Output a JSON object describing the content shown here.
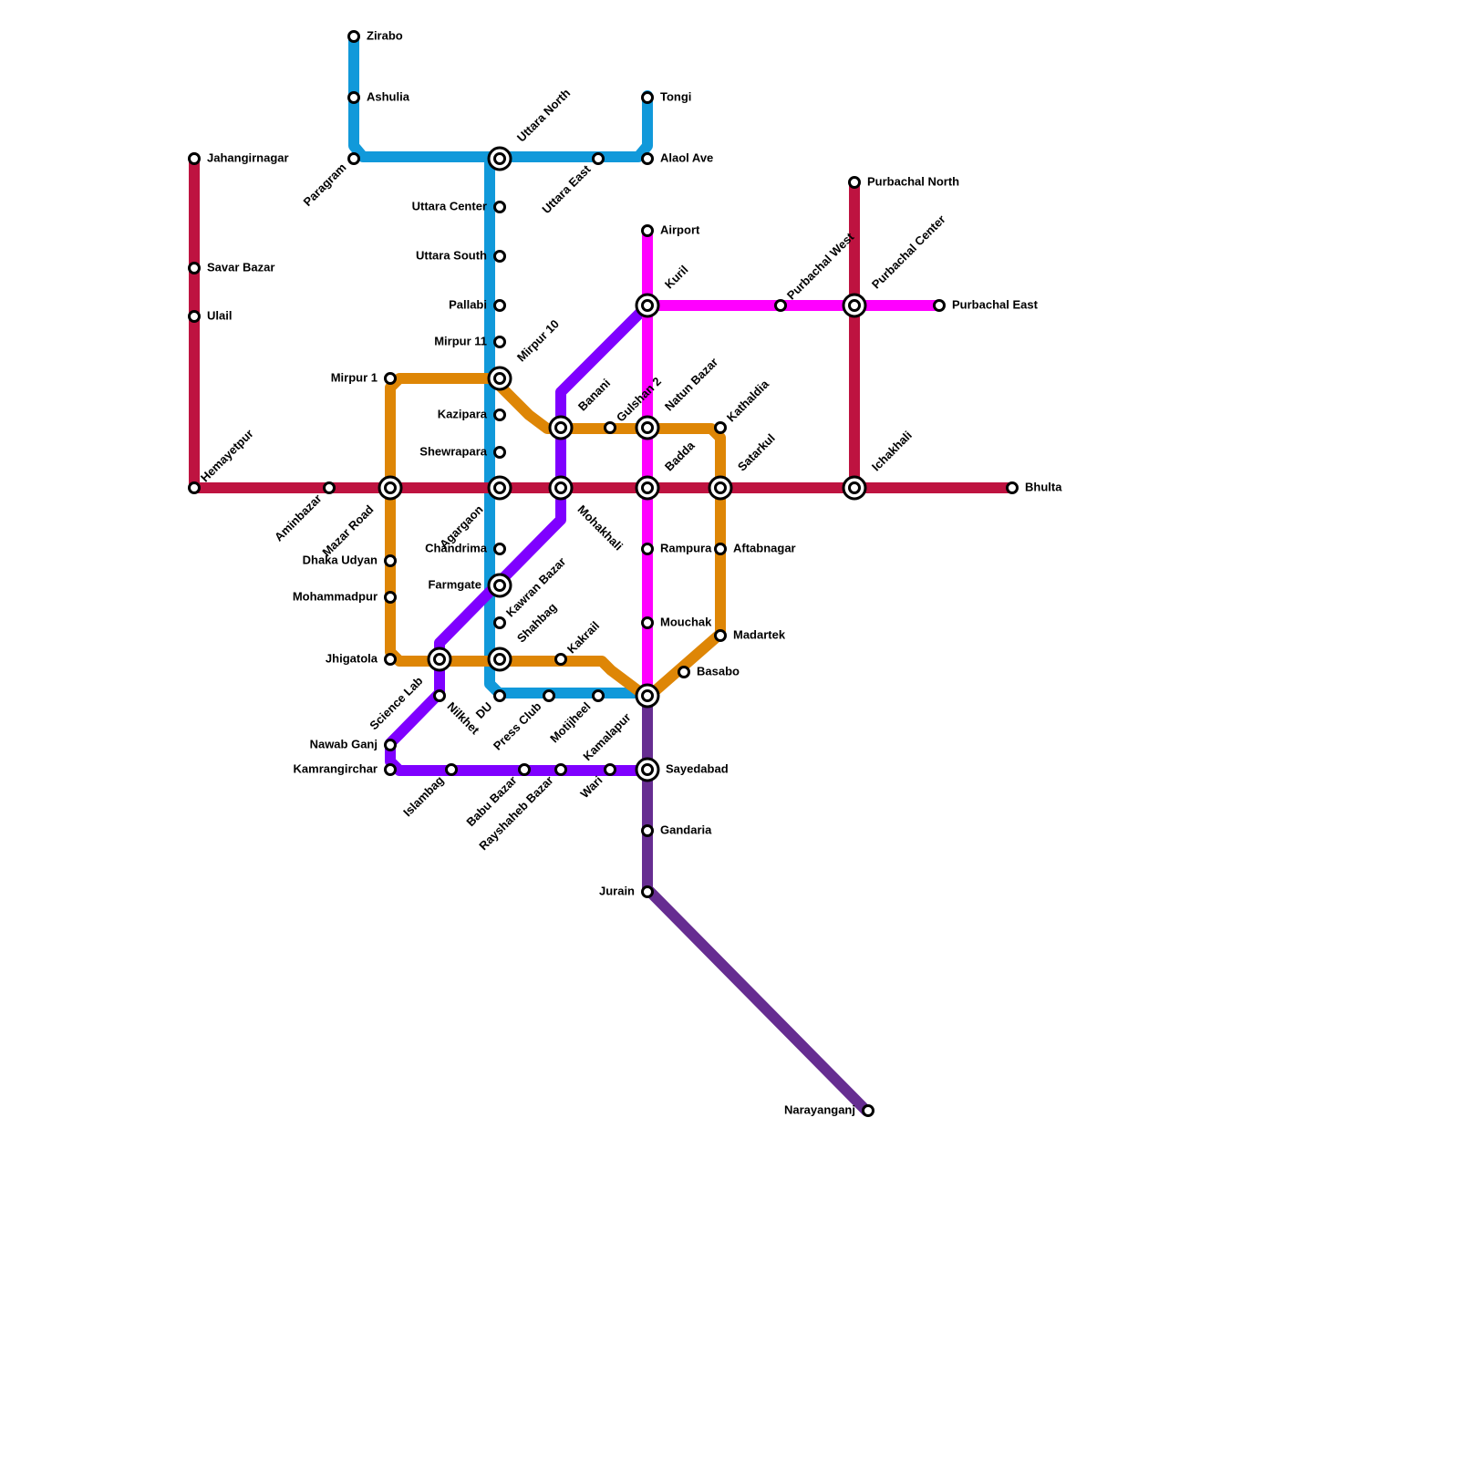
{
  "lines": [
    {
      "id": "blue",
      "color": "#1199DA"
    },
    {
      "id": "red",
      "color": "#BE1340"
    },
    {
      "id": "orange",
      "color": "#DE8606"
    },
    {
      "id": "violet",
      "color": "#7F00FF"
    },
    {
      "id": "magenta",
      "color": "#FF00FF"
    },
    {
      "id": "purple",
      "color": "#662D91"
    }
  ],
  "stations": [
    {
      "id": "zirabo",
      "name": "Zirabo"
    },
    {
      "id": "ashulia",
      "name": "Ashulia"
    },
    {
      "id": "paragram",
      "name": "Paragram"
    },
    {
      "id": "uttara-north",
      "name": "Uttara North"
    },
    {
      "id": "uttara-east",
      "name": "Uttara East"
    },
    {
      "id": "alaol-ave",
      "name": "Alaol Ave"
    },
    {
      "id": "tongi",
      "name": "Tongi"
    },
    {
      "id": "uttara-center",
      "name": "Uttara Center"
    },
    {
      "id": "uttara-south",
      "name": "Uttara South"
    },
    {
      "id": "pallabi",
      "name": "Pallabi"
    },
    {
      "id": "mirpur-11",
      "name": "Mirpur 11"
    },
    {
      "id": "mirpur-10",
      "name": "Mirpur 10"
    },
    {
      "id": "kazipara",
      "name": "Kazipara"
    },
    {
      "id": "shewrapara",
      "name": "Shewrapara"
    },
    {
      "id": "agargaon",
      "name": "Agargaon"
    },
    {
      "id": "chandrima",
      "name": "Chandrima"
    },
    {
      "id": "farmgate",
      "name": "Farmgate"
    },
    {
      "id": "kawran-bazar",
      "name": "Kawran Bazar"
    },
    {
      "id": "shahbag",
      "name": "Shahbag"
    },
    {
      "id": "du",
      "name": "DU"
    },
    {
      "id": "press-club",
      "name": "Press Club"
    },
    {
      "id": "motijheel",
      "name": "Motijheel"
    },
    {
      "id": "kamalapur",
      "name": "Kamalapur"
    },
    {
      "id": "jahangirnagar",
      "name": "Jahangirnagar"
    },
    {
      "id": "savar-bazar",
      "name": "Savar Bazar"
    },
    {
      "id": "ulail",
      "name": "Ulail"
    },
    {
      "id": "hemayetpur",
      "name": "Hemayetpur"
    },
    {
      "id": "aminbazar",
      "name": "Aminbazar"
    },
    {
      "id": "mazar-road",
      "name": "Mazar Road"
    },
    {
      "id": "mohakhali",
      "name": "Mohakhali"
    },
    {
      "id": "badda",
      "name": "Badda"
    },
    {
      "id": "satarkul",
      "name": "Satarkul"
    },
    {
      "id": "ichakhali",
      "name": "Ichakhali"
    },
    {
      "id": "bhulta",
      "name": "Bhulta"
    },
    {
      "id": "purbachal-north",
      "name": "Purbachal North"
    },
    {
      "id": "purbachal-center",
      "name": "Purbachal Center"
    },
    {
      "id": "purbachal-west",
      "name": "Purbachal West"
    },
    {
      "id": "purbachal-east",
      "name": "Purbachal East"
    },
    {
      "id": "airport",
      "name": "Airport"
    },
    {
      "id": "kuril",
      "name": "Kuril"
    },
    {
      "id": "natun-bazar",
      "name": "Natun Bazar"
    },
    {
      "id": "rampura",
      "name": "Rampura"
    },
    {
      "id": "mouchak",
      "name": "Mouchak"
    },
    {
      "id": "mirpur-1",
      "name": "Mirpur 1"
    },
    {
      "id": "dhaka-udyan",
      "name": "Dhaka Udyan"
    },
    {
      "id": "mohammadpur",
      "name": "Mohammadpur"
    },
    {
      "id": "jhigatola",
      "name": "Jhigatola"
    },
    {
      "id": "science-lab",
      "name": "Science Lab"
    },
    {
      "id": "kakrail",
      "name": "Kakrail"
    },
    {
      "id": "basabo",
      "name": "Basabo"
    },
    {
      "id": "madartek",
      "name": "Madartek"
    },
    {
      "id": "aftabnagar",
      "name": "Aftabnagar"
    },
    {
      "id": "kathaldia",
      "name": "Kathaldia"
    },
    {
      "id": "gulshan-2",
      "name": "Gulshan 2"
    },
    {
      "id": "banani",
      "name": "Banani"
    },
    {
      "id": "nilkhet",
      "name": "Nilkhet"
    },
    {
      "id": "nawab-ganj",
      "name": "Nawab Ganj"
    },
    {
      "id": "kamrangirchar",
      "name": "Kamrangirchar"
    },
    {
      "id": "islambag",
      "name": "Islambag"
    },
    {
      "id": "babu-bazar",
      "name": "Babu Bazar"
    },
    {
      "id": "rayshaheb-bazar",
      "name": "Rayshaheb Bazar"
    },
    {
      "id": "wari",
      "name": "Wari"
    },
    {
      "id": "sayedabad",
      "name": "Sayedabad"
    },
    {
      "id": "gandaria",
      "name": "Gandaria"
    },
    {
      "id": "jurain",
      "name": "Jurain"
    },
    {
      "id": "narayanganj",
      "name": "Narayanganj"
    }
  ]
}
